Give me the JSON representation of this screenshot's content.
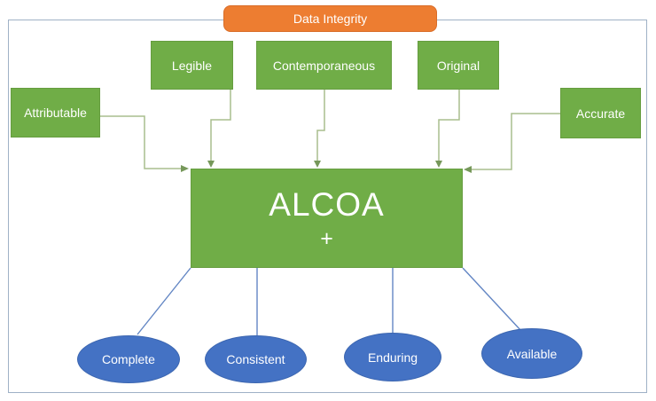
{
  "diagram": {
    "title": "Data Integrity",
    "center": {
      "line1": "ALCOA",
      "line2": "+"
    },
    "top_nodes": [
      {
        "id": "attributable",
        "label": "Attributable"
      },
      {
        "id": "legible",
        "label": "Legible"
      },
      {
        "id": "contemporaneous",
        "label": "Contemporaneous"
      },
      {
        "id": "original",
        "label": "Original"
      },
      {
        "id": "accurate",
        "label": "Accurate"
      }
    ],
    "bottom_nodes": [
      {
        "id": "complete",
        "label": "Complete"
      },
      {
        "id": "consistent",
        "label": "Consistent"
      },
      {
        "id": "enduring",
        "label": "Enduring"
      },
      {
        "id": "available",
        "label": "Available"
      }
    ],
    "colors": {
      "orange": "#ED7D31",
      "orange_border": "#D96D28",
      "green": "#70AD47",
      "green_border": "#669D40",
      "blue": "#4472C4",
      "blue_border": "#3C66B0",
      "line_green": "#A9BE8D",
      "arrow_green": "#76985A",
      "line_blue": "#6386C4",
      "frame": "#9FB1C6"
    }
  }
}
